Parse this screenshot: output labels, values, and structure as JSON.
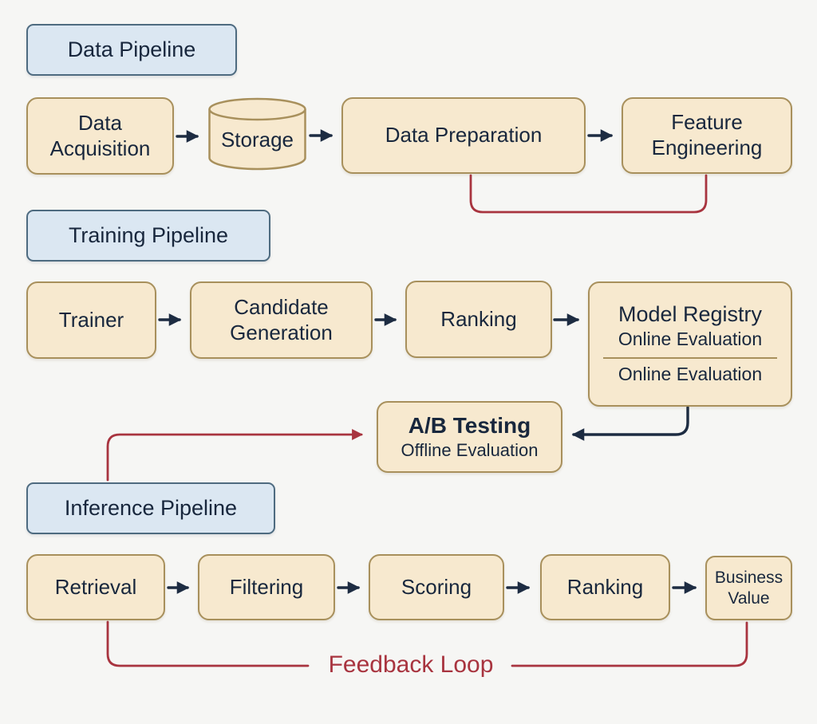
{
  "colors": {
    "background": "#f6f6f4",
    "node_fill": "#f7e9cf",
    "node_border": "#a8905c",
    "section_label_fill": "#dbe7f2",
    "section_label_border": "#4e6b80",
    "text": "#18273d",
    "arrow": "#1d2c42",
    "accent_red": "#a8343f"
  },
  "sections": {
    "data_pipeline": {
      "label": "Data Pipeline",
      "nodes": [
        {
          "label": "Data Acquisition"
        },
        {
          "label": "Storage",
          "shape": "cylinder"
        },
        {
          "label": "Data Preparation"
        },
        {
          "label": "Feature Engineering"
        }
      ]
    },
    "training_pipeline": {
      "label": "Training Pipeline",
      "nodes": [
        {
          "label": "Trainer"
        },
        {
          "label": "Candidate Generation"
        },
        {
          "label": "Ranking"
        },
        {
          "label": "Model Registry",
          "subtitle": "Online Evaluation",
          "subtitle2": "Online Evaluation"
        }
      ]
    },
    "ab_testing": {
      "label": "A/B Testing",
      "subtitle": "Offline Evaluation"
    },
    "inference_pipeline": {
      "label": "Inference Pipeline",
      "nodes": [
        {
          "label": "Retrieval"
        },
        {
          "label": "Filtering"
        },
        {
          "label": "Scoring"
        },
        {
          "label": "Ranking"
        },
        {
          "label": "Business Value"
        }
      ]
    },
    "feedback_loop": {
      "label": "Feedback Loop"
    }
  }
}
